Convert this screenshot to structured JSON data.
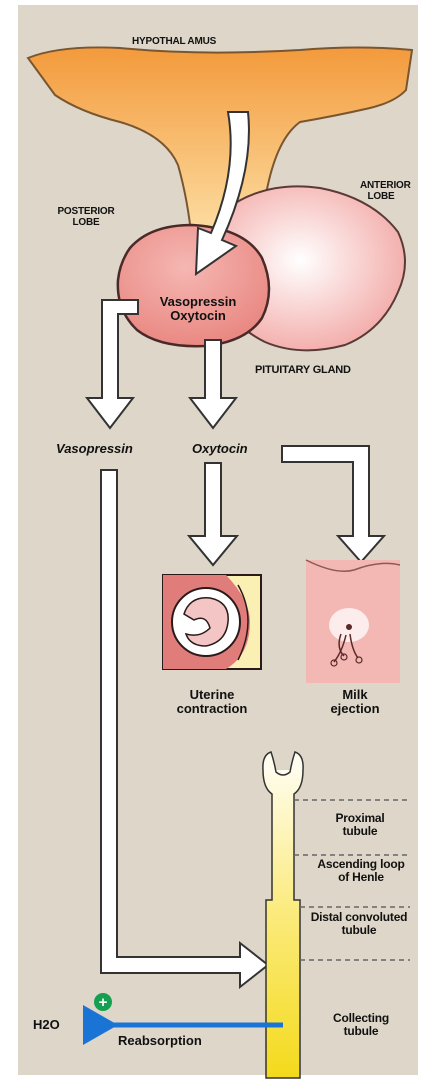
{
  "labels": {
    "hypothalamus": "HYPOTHAL AMUS",
    "anterior_lobe": "ANTERIOR LOBE",
    "posterior_lobe": "POSTERIOR LOBE",
    "posterior_hormones": "Vasopressin Oxytocin",
    "pituitary_gland": "PITUITARY GLAND",
    "vasopressin": "Vasopressin",
    "oxytocin": "Oxytocin",
    "uterine_contraction": "Uterine contraction",
    "milk_ejection": "Milk ejection",
    "proximal_tubule": "Proximal tubule",
    "ascending_loop": "Ascending loop of Henle",
    "distal_tubule": "Distal convoluted tubule",
    "collecting_tubule": "Collecting tubule",
    "water": "H2O",
    "plus_sign": "+",
    "reabsorption": "Reabsorption"
  },
  "colors": {
    "background": "#ddd6c9",
    "hypothalamus": "#f7b55e",
    "gland": "#f1a3a0",
    "arrow": "#ffffff",
    "water_arrow": "#1a74d6",
    "plus_badge": "#14a050",
    "tubule": "#f7e24a"
  }
}
